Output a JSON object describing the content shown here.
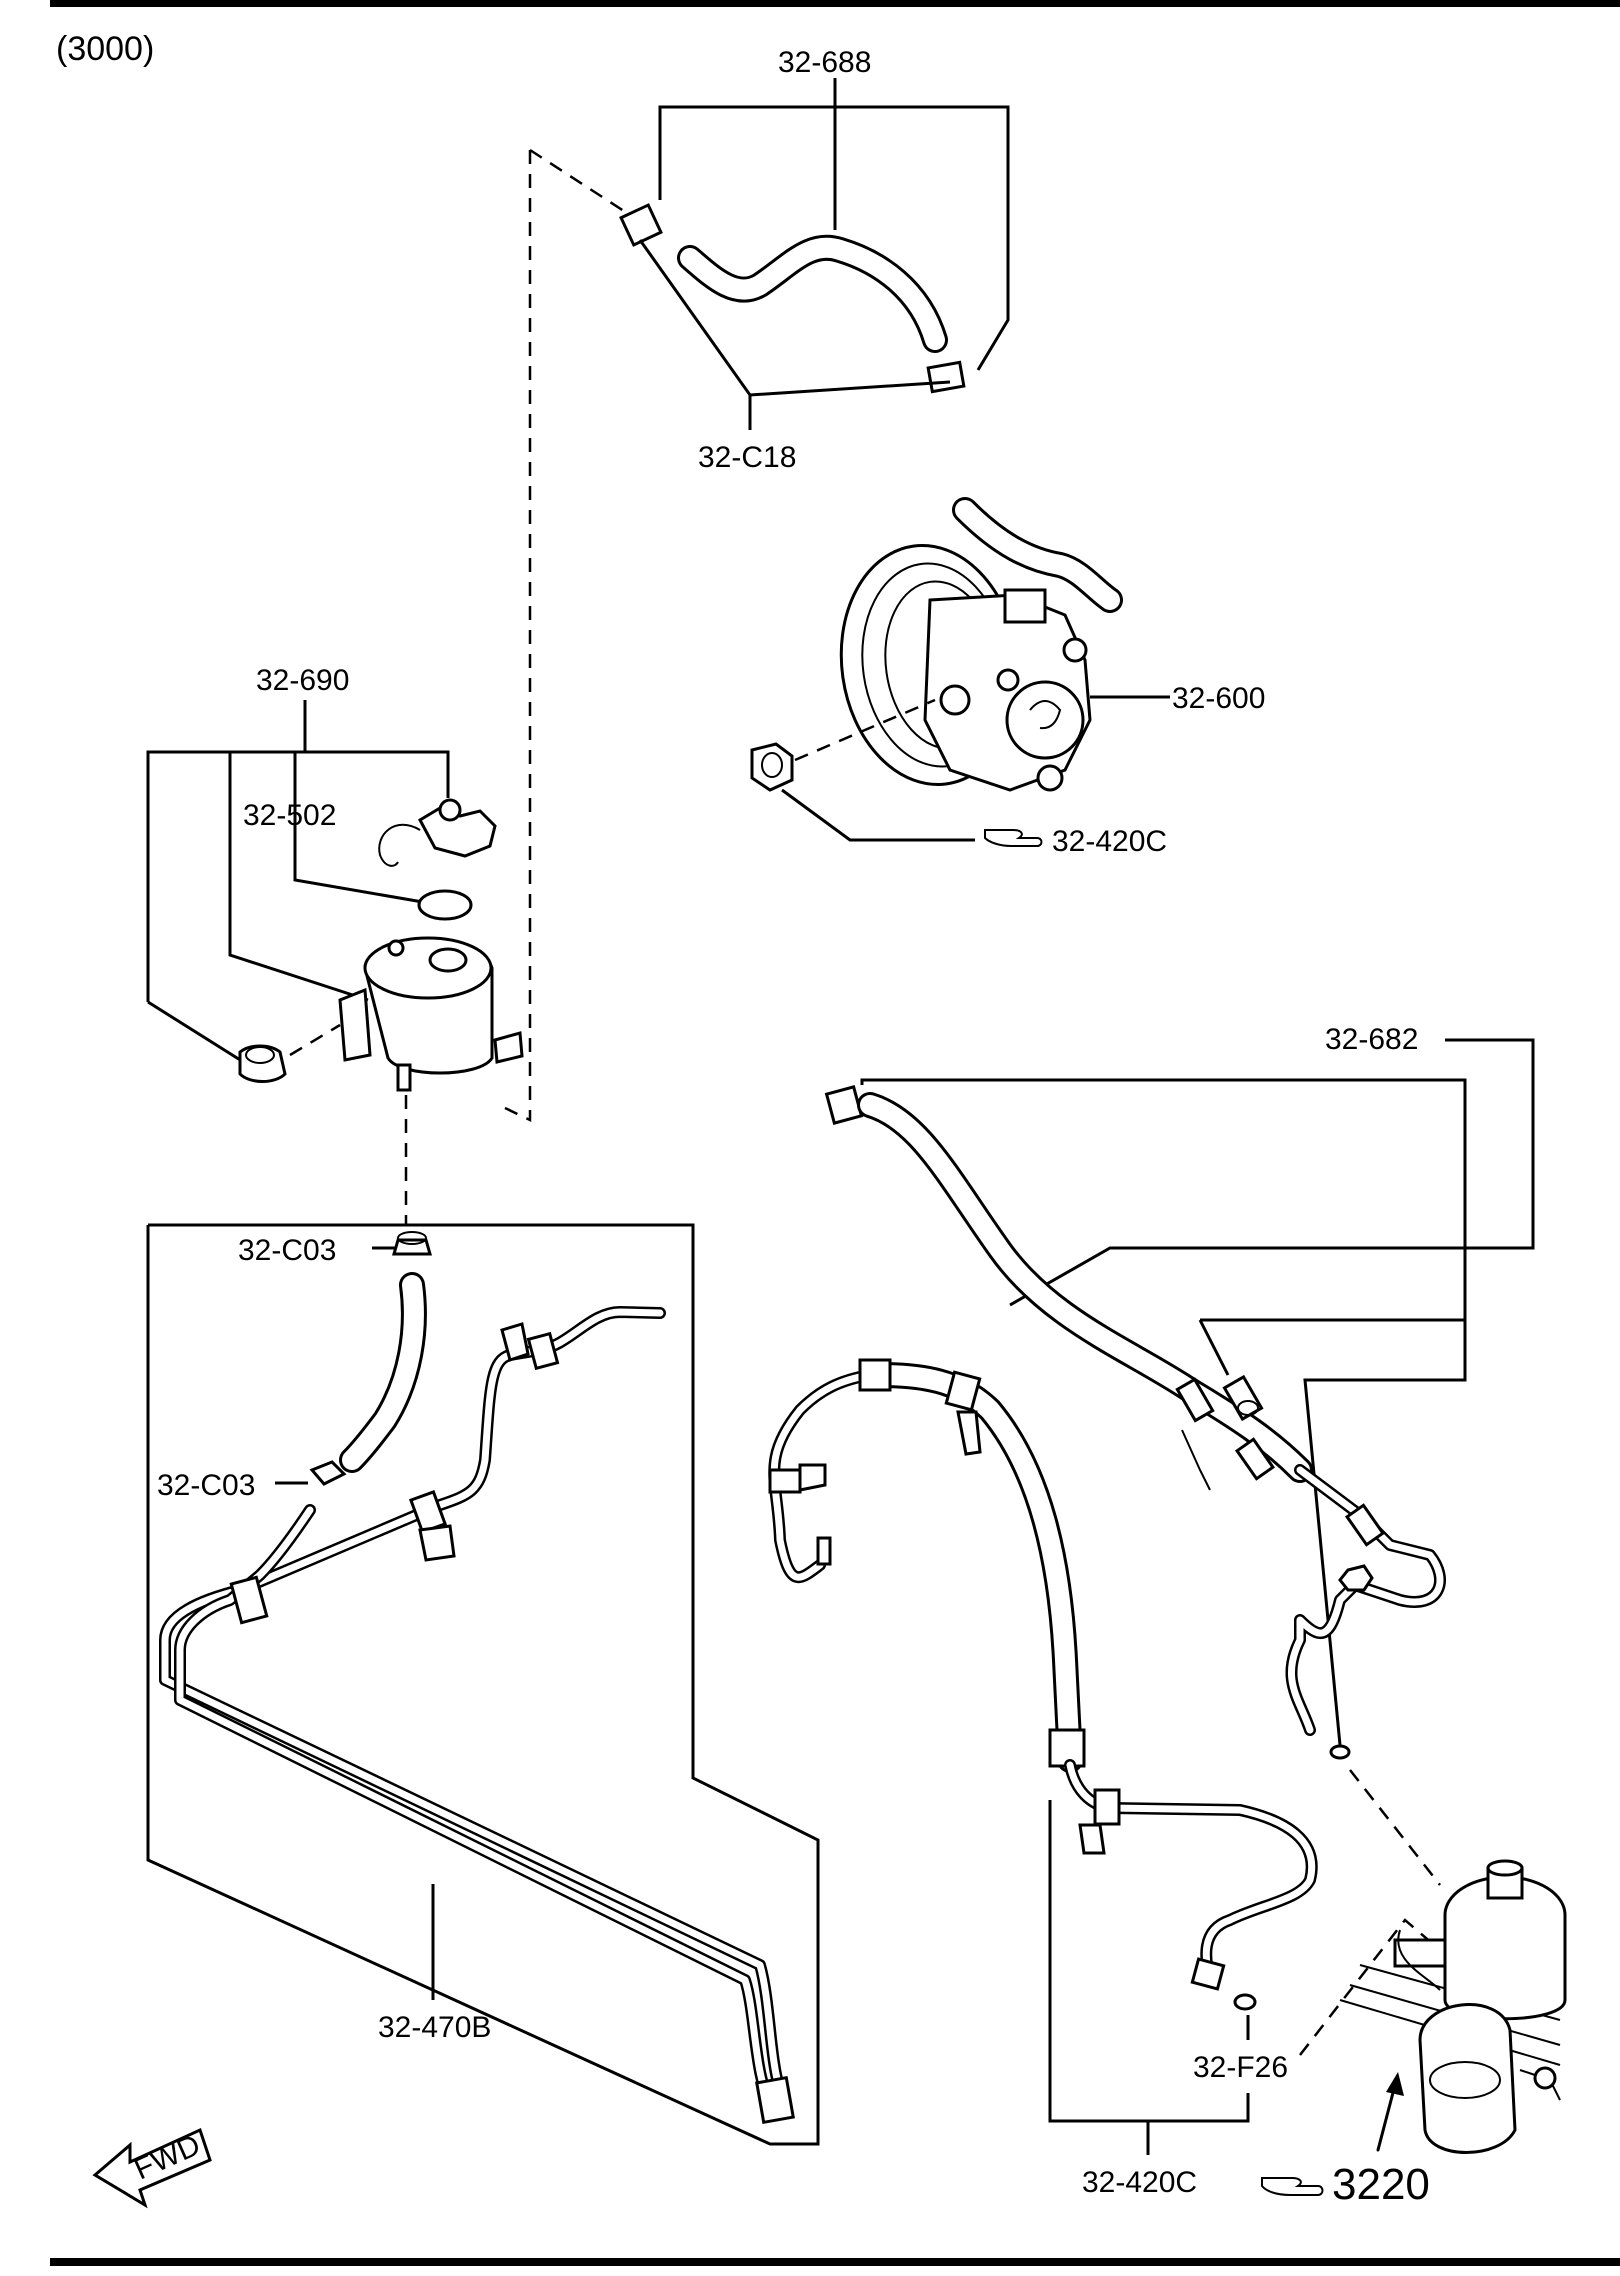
{
  "page": {
    "section_code": "(3000)",
    "fwd_label": "FWD"
  },
  "callouts": {
    "c_32_688": "32-688",
    "c_32_c18": "32-C18",
    "c_32_600": "32-600",
    "c_32_420c_pump": "32-420C",
    "c_32_690": "32-690",
    "c_32_502": "32-502",
    "c_32_682": "32-682",
    "c_32_c03_top": "32-C03",
    "c_32_c03_bottom": "32-C03",
    "c_32_470b": "32-470B",
    "c_32_f26": "32-F26",
    "c_32_420c_bottom": "32-420C",
    "ref_3220": "3220"
  },
  "icons": {
    "pointer_hand": "pointing-hand-icon",
    "fwd_arrow": "fwd-arrow-icon"
  }
}
